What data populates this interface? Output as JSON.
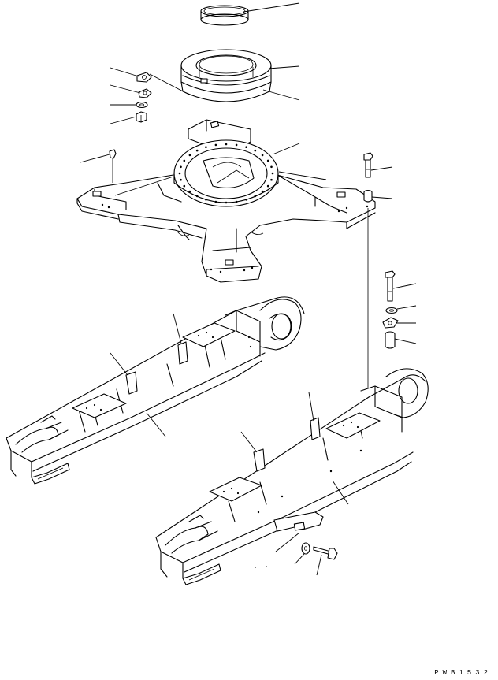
{
  "drawing": {
    "code": "PWB1532",
    "parts": [
      "ring-seal",
      "turntable-bearing-race",
      "bearing-cover-plate",
      "shim-plate",
      "lock-washer",
      "nut",
      "grease-fitting",
      "revolving-frame-center",
      "mounting-bolt-right",
      "spacer-right",
      "mounting-bolt-lower",
      "washer-lower",
      "plate-lower",
      "spacer-lower",
      "left-track-frame",
      "right-track-frame",
      "guard-bracket",
      "bracket-washer",
      "bracket-bolt"
    ]
  }
}
